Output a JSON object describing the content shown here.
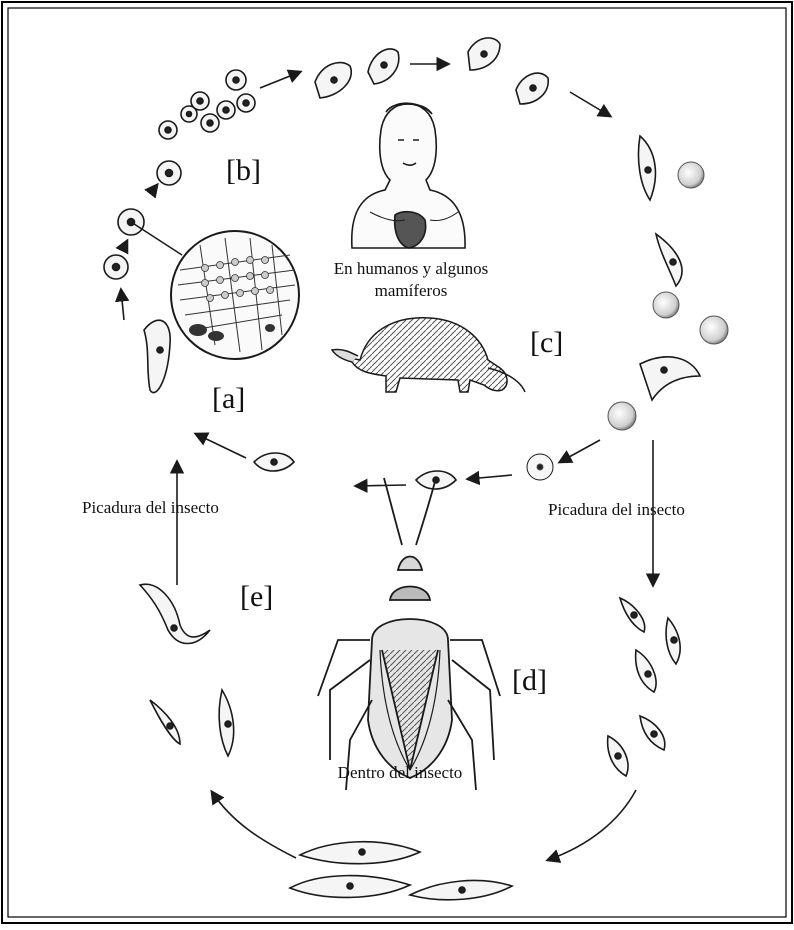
{
  "labels": {
    "a": "[a]",
    "b": "[b]",
    "c": "[c]",
    "d": "[d]",
    "e": "[e]"
  },
  "captions": {
    "humans_line1": "En humanos y algunos",
    "humans_line2": "mamíferos",
    "bite_left": "Picadura del insecto",
    "bite_right": "Picadura del insecto",
    "inside_insect": "Dentro del insecto"
  },
  "colors": {
    "ink": "#1a1a1a",
    "paper": "#ffffff",
    "frame": "#000000"
  }
}
